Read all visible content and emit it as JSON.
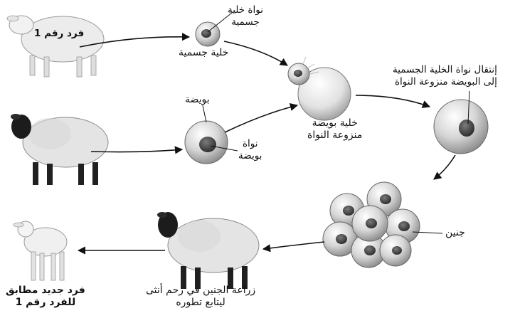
{
  "labels": {
    "individual_1": "فرد رقم 1",
    "somatic_nucleus": [
      "نواة خلية",
      "جسمية"
    ],
    "somatic_cell": "خلية جسمية",
    "egg": "بويضة",
    "egg_nucleus": [
      "نواة",
      "بويضة"
    ],
    "enucleated_egg": [
      "خلية بويضة",
      "منزوعة النواة"
    ],
    "nucleus_transfer": [
      "إنتقال نواة الخلية الجسمية",
      "إلى البويضة منزوعة النواة"
    ],
    "embryo": "جنين",
    "implantation": [
      "زراعة الجنين في رحم أنثى",
      "ليتابع تطوره"
    ],
    "new_individual": [
      "فرد جديد مطابق",
      "للفرد رقم 1"
    ]
  },
  "colors": {
    "ink": "#111111",
    "cell_fill": "#cfcfcf",
    "nucleus_fill": "#4a4a4a",
    "wool_white": "#e6e6e6",
    "wool_gray": "#d2d2d2",
    "face_black": "#1c1c1c"
  }
}
